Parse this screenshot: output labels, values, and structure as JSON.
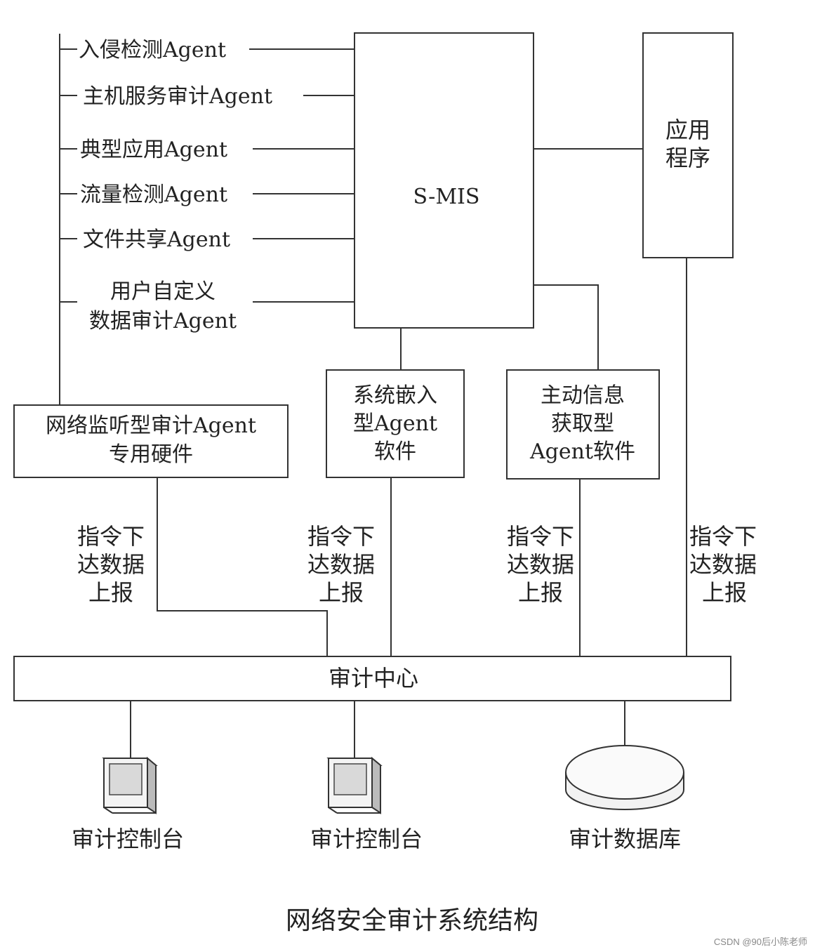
{
  "agents": [
    "入侵检测Agent",
    "主机服务审计Agent",
    "典型应用Agent",
    "流量检测Agent",
    "文件共享Agent",
    "用户自定义",
    "数据审计Agent"
  ],
  "smis_label": "S-MIS",
  "app_label": [
    "应用",
    "程序"
  ],
  "network_box": [
    "网络监听型审计Agent",
    "专用硬件"
  ],
  "embedded_box": [
    "系统嵌入",
    "型Agent",
    "软件"
  ],
  "active_box": [
    "主动信息",
    "获取型",
    "Agent软件"
  ],
  "command_label": [
    "指令下",
    "达数据",
    "上报"
  ],
  "audit_center": "审计中心",
  "console_label_1": "审计控制台",
  "console_label_2": "审计控制台",
  "database_label": "审计数据库",
  "caption": "网络安全审计系统结构",
  "watermark": "CSDN @90后小陈老师"
}
